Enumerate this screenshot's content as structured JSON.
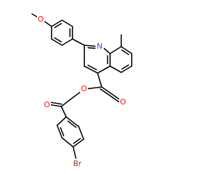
{
  "molecule": {
    "atoms": [
      {
        "symbol": "O",
        "color": "#ff0d0d",
        "role": "methoxy-oxygen"
      },
      {
        "symbol": "N",
        "color": "#3050f8",
        "role": "quinoline-nitrogen"
      },
      {
        "symbol": "O",
        "color": "#ff0d0d",
        "role": "ester-oxygen"
      },
      {
        "symbol": "O",
        "color": "#ff0d0d",
        "role": "ester-carbonyl-oxygen"
      },
      {
        "symbol": "O",
        "color": "#ff0d0d",
        "role": "ketone-oxygen"
      },
      {
        "symbol": "Br",
        "color": "#a62929",
        "role": "bromine"
      }
    ],
    "bond_color": "#000000"
  }
}
